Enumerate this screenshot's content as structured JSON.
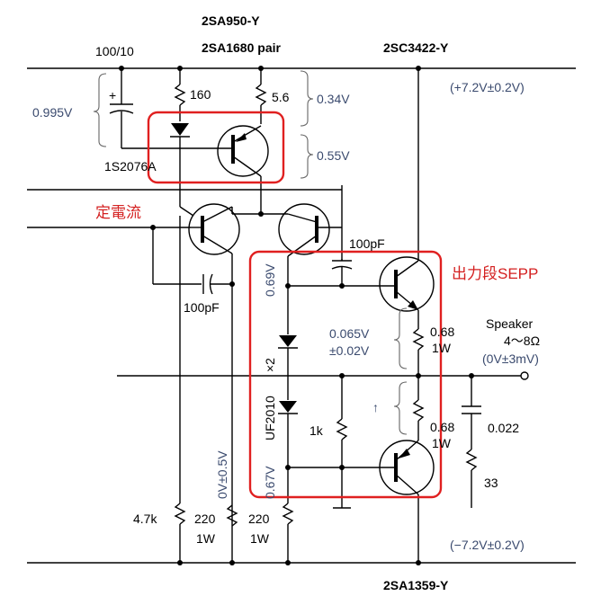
{
  "labels": {
    "pnp_top": "2SA950-Y",
    "pnp_pair": "2SA1680 pair",
    "npn_out": "2SC3422-Y",
    "pnp_out": "2SA1359-Y",
    "cap_top": "100/10",
    "r160": "160",
    "r56": "5.6",
    "v034": "0.34V",
    "v0995": "0.995V",
    "v055": "0.55V",
    "diode_top": "1S2076A",
    "vplus": "(+7.2V±0.2V)",
    "vminus": "(−7.2V±0.2V)",
    "ccs": "定電流",
    "sepp": "出力段SEPP",
    "c100pf_a": "100pF",
    "c100pf_b": "100pF",
    "v069": "0.69V",
    "x2": "×2",
    "uf2010": "UF2010",
    "v067": "0.67V",
    "v0065": "0.065V",
    "v002": "±0.02V",
    "r068a": "0.68",
    "w1a": "1W",
    "r068b": "0.68",
    "w1b": "1W",
    "speaker": "Speaker",
    "ohms": "4～8Ω",
    "vout": "(0V±3mV)",
    "c0022": "0.022",
    "r33": "33",
    "r1k": "1k",
    "voffset": "0V±0.5V",
    "r47k": "4.7k",
    "r220a": "220",
    "w1c": "1W",
    "r220b": "220",
    "w1d": "1W",
    "arrow_up": "↑"
  },
  "colors": {
    "highlight": "#e02020",
    "voltage_text": "#3a4a6e",
    "label_red": "#d42020"
  }
}
